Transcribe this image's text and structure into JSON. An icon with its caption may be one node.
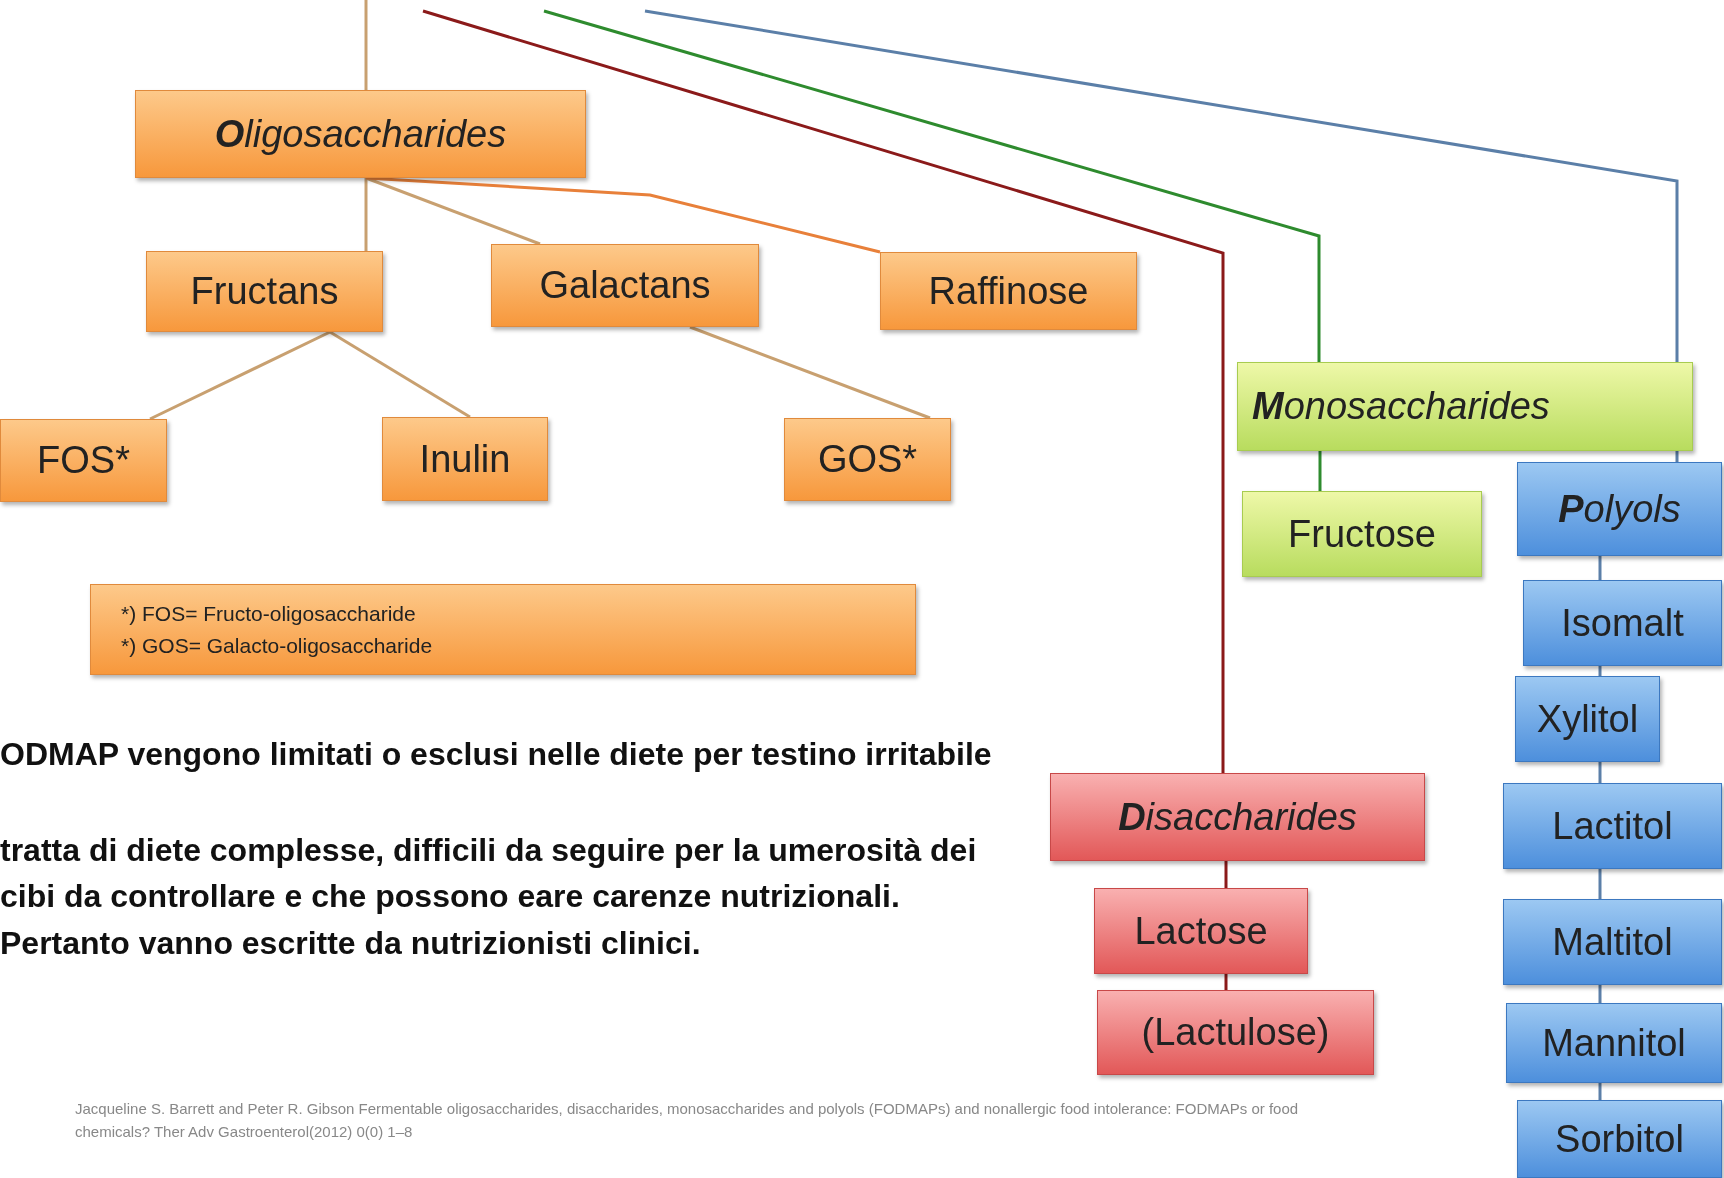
{
  "diagram": {
    "nodes": [
      {
        "text": [
          "**O**ligosaccharides"
        ]
      },
      {
        "text": [
          "Fructans"
        ]
      },
      {
        "text": [
          "Galactans"
        ]
      },
      {
        "text": [
          "Raffinose"
        ]
      },
      {
        "text": [
          "FOS*"
        ]
      },
      {
        "text": [
          "Inulin"
        ]
      },
      {
        "text": [
          "GOS*"
        ]
      },
      {
        "text": [
          "*) FOS= Fructo-oligosaccharide",
          "*) GOS= Galacto-oligosaccharide"
        ]
      },
      {
        "text": [
          "**M**onosaccharides"
        ]
      },
      {
        "text": [
          "Fructose"
        ]
      },
      {
        "text": [
          "**P**olyols"
        ]
      },
      {
        "text": [
          "Isomalt"
        ]
      },
      {
        "text": [
          "Xylitol"
        ]
      },
      {
        "text": [
          "Lactitol"
        ]
      },
      {
        "text": [
          "Maltitol"
        ]
      },
      {
        "text": [
          "Mannitol"
        ]
      },
      {
        "text": [
          "Sorbitol"
        ]
      },
      {
        "text": [
          "**D**isaccharides"
        ]
      },
      {
        "text": [
          "Lactose"
        ]
      },
      {
        "text": [
          "(Lactulose)"
        ]
      }
    ],
    "edges": [
      {
        "from": null,
        "to": 0,
        "arrow": "none",
        "color": "#c8a070"
      },
      {
        "from": 0,
        "to": 1,
        "arrow": "none",
        "color": "#c8a070"
      },
      {
        "from": 0,
        "to": 2,
        "arrow": "none",
        "color": "#c8a070"
      },
      {
        "from": 0,
        "to": 3,
        "arrow": "none",
        "color": "#e8803a"
      },
      {
        "from": 1,
        "to": 4,
        "arrow": "none",
        "color": "#c8a070"
      },
      {
        "from": 1,
        "to": 5,
        "arrow": "none",
        "color": "#c8a070"
      },
      {
        "from": 2,
        "to": 6,
        "arrow": "none",
        "color": "#c8a070"
      },
      {
        "from": null,
        "to": 17,
        "arrow": "none",
        "color": "#8b1a1a"
      },
      {
        "from": null,
        "to": 8,
        "arrow": "none",
        "color": "#2e8b2e"
      },
      {
        "from": null,
        "to": 10,
        "arrow": "none"
      },
      {
        "from": 8,
        "to": 9,
        "arrow": "none",
        "color": "#2e8b2e"
      },
      {
        "from": 10,
        "to": 11,
        "arrow": "none"
      },
      {
        "from": 11,
        "to": 12,
        "arrow": "none"
      },
      {
        "from": 12,
        "to": 13,
        "arrow": "none"
      },
      {
        "from": 13,
        "to": 14,
        "arrow": "none"
      },
      {
        "from": 14,
        "to": 15,
        "arrow": "none"
      },
      {
        "from": 15,
        "to": 16,
        "arrow": "none"
      },
      {
        "from": 17,
        "to": 18,
        "arrow": "none",
        "color": "#8b1a1a"
      },
      {
        "from": 18,
        "to": 19,
        "arrow": "none",
        "color": "#8b1a1a"
      }
    ],
    "labels": [
      "ODMAP vengono limitati o esclusi nelle diete per testino irritabile",
      "tratta di diete complesse, difficili da seguire per la umerosità dei cibi da controllare e che possono eare carenze nutrizionali. Pertanto vanno escritte da nutrizionisti clinici.",
      "Jacqueline S. Barrett and Peter R. Gibson Fermentable oligosaccharides, disaccharides, monosaccharides and polyols (FODMAPs) and nonallergic food intolerance: FODMAPs or food chemicals? Ther Adv Gastroenterol(2012) 0(0) 1–8"
    ]
  }
}
